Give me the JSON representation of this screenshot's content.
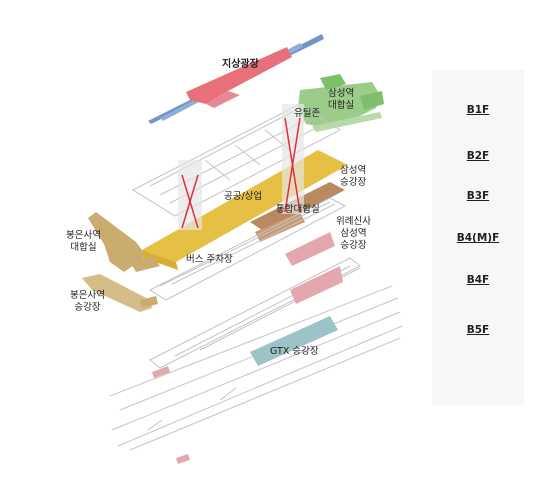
{
  "labels": {
    "plaza": "지상광장",
    "samseong_concourse": "삼성역\n대합실",
    "utility": "유틸존",
    "samseong_platform": "삼성역\n승강장",
    "public_commercial": "공공/상업",
    "integrated_concourse": "통합대합실",
    "bongeunsa_concourse": "봉은사역\n대합실",
    "wirye_sinsa": "위례신사\n삼성역\n승강장",
    "bus_parking": "버스 주차장",
    "bongeunsa_platform": "봉은사역\n승강장",
    "gtx_platform": "GTX 승강장"
  },
  "floors": [
    "B1F",
    "B2F",
    "B3F",
    "B4(M)F",
    "B4F",
    "B5F"
  ],
  "colors": {
    "plaza_red": "#e8707a",
    "plaza_blue": "#6f93cc",
    "green": "#7dbf6a",
    "gold": "#e6bf45",
    "tan": "#c9ac6e",
    "brown": "#b98a62",
    "pink": "#e3a7ad",
    "teal": "#9cc3c7",
    "line_gray": "#bfbfbf",
    "accent_red": "#e0303a"
  }
}
